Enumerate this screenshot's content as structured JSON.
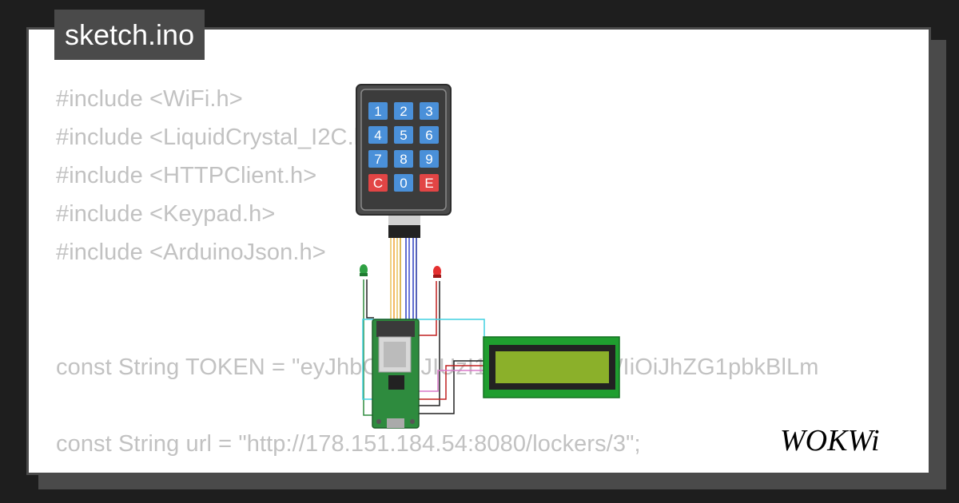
{
  "filename": "sketch.ino",
  "code_lines": [
    "#include <WiFi.h>",
    "#include <LiquidCrystal_I2C.h>",
    "#include <HTTPClient.h>",
    "#include <Keypad.h>",
    "#include <ArduinoJson.h>",
    "",
    "",
    "const String TOKEN = \"eyJhbGciOiJIUzI1NiJ9.eyJzdWIiOiJhZG1pbkBlLm",
    "",
    "const String url = \"http://178.151.184.54:8080/lockers/3\";"
  ],
  "brand": "WOKWi",
  "keypad": {
    "keys": [
      "1",
      "2",
      "3",
      "4",
      "5",
      "6",
      "7",
      "8",
      "9",
      "C",
      "0",
      "E"
    ],
    "key_color": "#4a90d9",
    "action_key_color": "#e24545"
  },
  "colors": {
    "background": "#1e1e1e",
    "card": "#ffffff",
    "tab": "#4a4a4a",
    "code_text": "#c2c2c2",
    "board_green": "#2e8b3e",
    "lcd_green": "#1f9e2f",
    "lcd_screen": "#8bb02a"
  }
}
